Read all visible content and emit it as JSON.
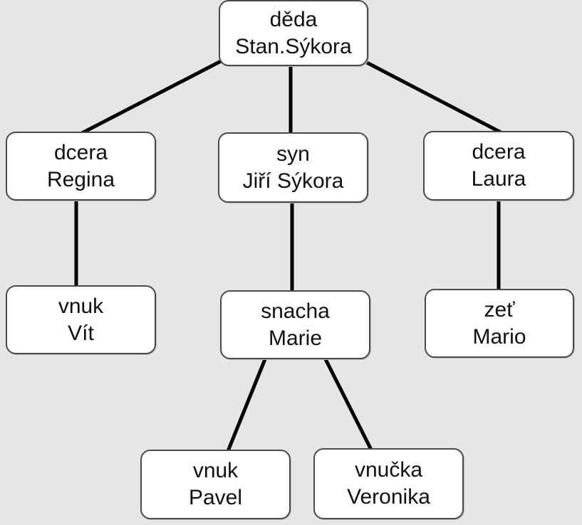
{
  "nodes": {
    "grandfather": {
      "role": "děda",
      "name": "Stan.Sýkora"
    },
    "daughter_regina": {
      "role": "dcera",
      "name": "Regina"
    },
    "son_jiri": {
      "role": "syn",
      "name": "Jiří Sýkora"
    },
    "daughter_laura": {
      "role": "dcera",
      "name": "Laura"
    },
    "grandson_vit": {
      "role": "vnuk",
      "name": "Vít"
    },
    "daughter_in_law_marie": {
      "role": "snacha",
      "name": "Marie"
    },
    "son_in_law_mario": {
      "role": "zeť",
      "name": "Mario"
    },
    "grandson_pavel": {
      "role": "vnuk",
      "name": "Pavel"
    },
    "granddaughter_veronika": {
      "role": "vnučka",
      "name": "Veronika"
    }
  },
  "edges": [
    [
      "grandfather",
      "daughter_regina"
    ],
    [
      "grandfather",
      "son_jiri"
    ],
    [
      "grandfather",
      "daughter_laura"
    ],
    [
      "daughter_regina",
      "grandson_vit"
    ],
    [
      "son_jiri",
      "daughter_in_law_marie"
    ],
    [
      "daughter_laura",
      "son_in_law_mario"
    ],
    [
      "daughter_in_law_marie",
      "grandson_pavel"
    ],
    [
      "daughter_in_law_marie",
      "granddaughter_veronika"
    ]
  ],
  "colors": {
    "background": "#e6e6e6",
    "node_fill": "#ffffff",
    "node_border": "#4a4a4a",
    "edge": "#000000",
    "text": "#111111"
  }
}
